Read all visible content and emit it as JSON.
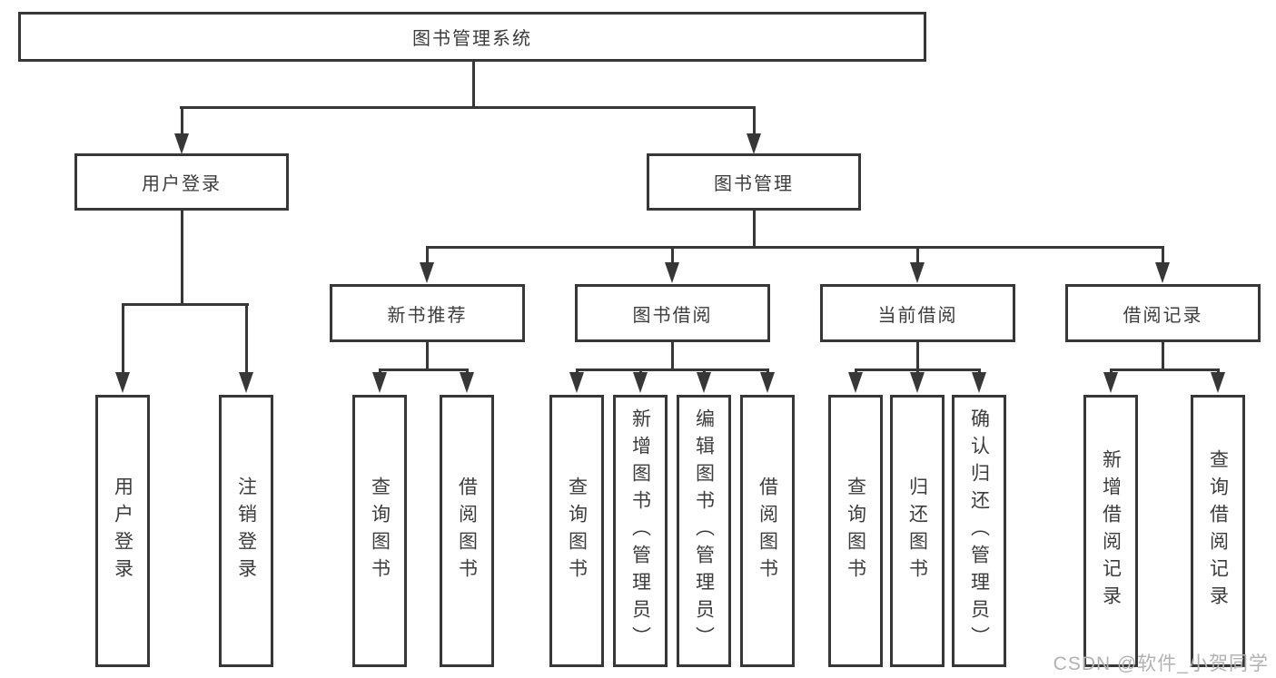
{
  "colors": {
    "line": "#373737",
    "box_border": "#373737",
    "text": "#3c3c3c",
    "watermark": "#b2b2b2",
    "background": "#ffffff"
  },
  "diagram": {
    "root": {
      "label": "图书管理系统"
    },
    "user_login": {
      "label": "用户登录",
      "children": [
        {
          "label": "用户登录"
        },
        {
          "label": "注销登录"
        }
      ]
    },
    "book_mgmt": {
      "label": "图书管理",
      "children": [
        {
          "label": "新书推荐",
          "children": [
            {
              "label": "查询图书"
            },
            {
              "label": "借阅图书"
            }
          ]
        },
        {
          "label": "图书借阅",
          "children": [
            {
              "label": "查询图书"
            },
            {
              "label": "新增图书（管理员）"
            },
            {
              "label": "编辑图书（管理员）"
            },
            {
              "label": "借阅图书"
            }
          ]
        },
        {
          "label": "当前借阅",
          "children": [
            {
              "label": "查询图书"
            },
            {
              "label": "归还图书"
            },
            {
              "label": "确认归还（管理员）"
            }
          ]
        },
        {
          "label": "借阅记录",
          "children": [
            {
              "label": "新增借阅记录"
            },
            {
              "label": "查询借阅记录"
            }
          ]
        }
      ]
    },
    "watermark": "CSDN @软件_小贺同学"
  }
}
